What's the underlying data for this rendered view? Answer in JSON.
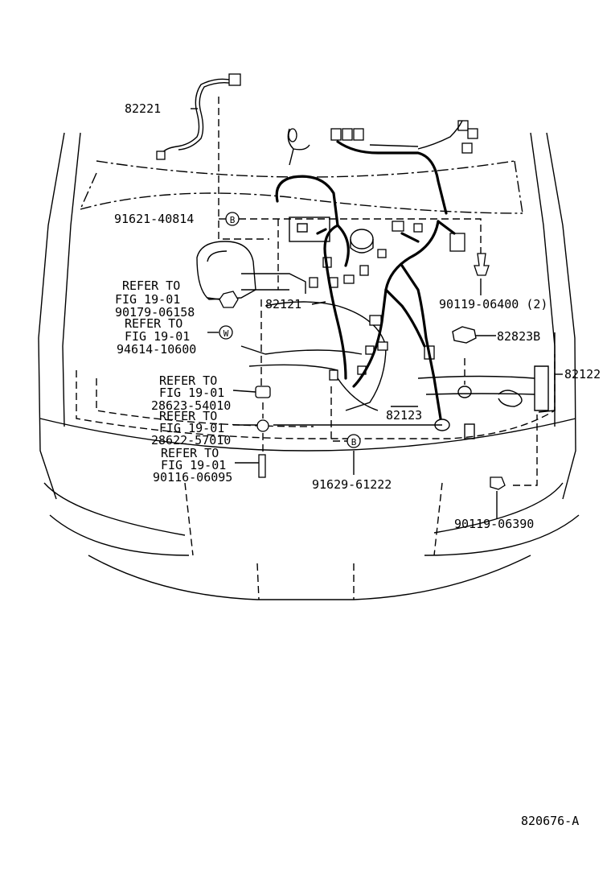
{
  "parts": {
    "p82221": "82221",
    "p91621": "91621-40814",
    "p90119_06400": "90119-06400 (2)",
    "refer1_a": "REFER TO",
    "refer1_b": "FIG 19-01",
    "p90179": "90179-06158",
    "p82121": "82121",
    "refer2_a": "REFER TO",
    "refer2_b": "FIG 19-01",
    "p94614": "94614-10600",
    "p82823B": "82823B",
    "p82122": "82122",
    "refer3_a": "REFER TO",
    "refer3_b": "FIG 19-01",
    "p28623": "28623-54010",
    "refer4_a": "REFER TO",
    "refer4_b": "FIG 19-01",
    "p28622": "28622-57010",
    "p82123": "82123",
    "refer5_a": "REFER TO",
    "refer5_b": "FIG 19-01",
    "p90116": "90116-06095",
    "p91629": "91629-61222",
    "p90119_06390": "90119-06390"
  },
  "markers": {
    "B": "B",
    "W": "W"
  },
  "figure_id": "820676-A"
}
